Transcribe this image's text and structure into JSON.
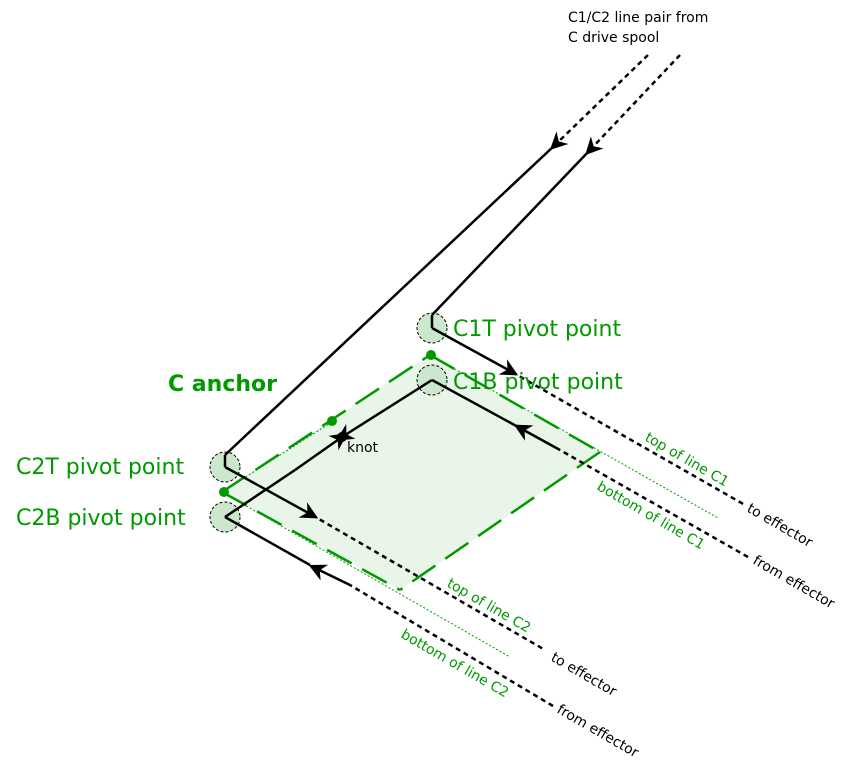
{
  "anchor": {
    "title": "C anchor"
  },
  "pivots": {
    "c1t": "C1T pivot point",
    "c1b": "C1B pivot point",
    "c2t": "C2T pivot point",
    "c2b": "C2B pivot point"
  },
  "spool": {
    "line1": "C1/C2 line pair from",
    "line2": "C drive spool"
  },
  "knot_label": "knot",
  "line_labels": {
    "top_c1": "top of line C1",
    "bottom_c1": "bottom of line C1",
    "top_c2": "top of line C2",
    "bottom_c2": "bottom of line C2"
  },
  "effector_labels": {
    "c1_to": "to effector",
    "c1_from": "from effector",
    "c2_to": "to effector",
    "c2_from": "from effector"
  },
  "colors": {
    "accent_green": "#009900",
    "fill_green": "#e8f5e8",
    "pivot_fill": "#cce8cc",
    "line": "#000000"
  }
}
